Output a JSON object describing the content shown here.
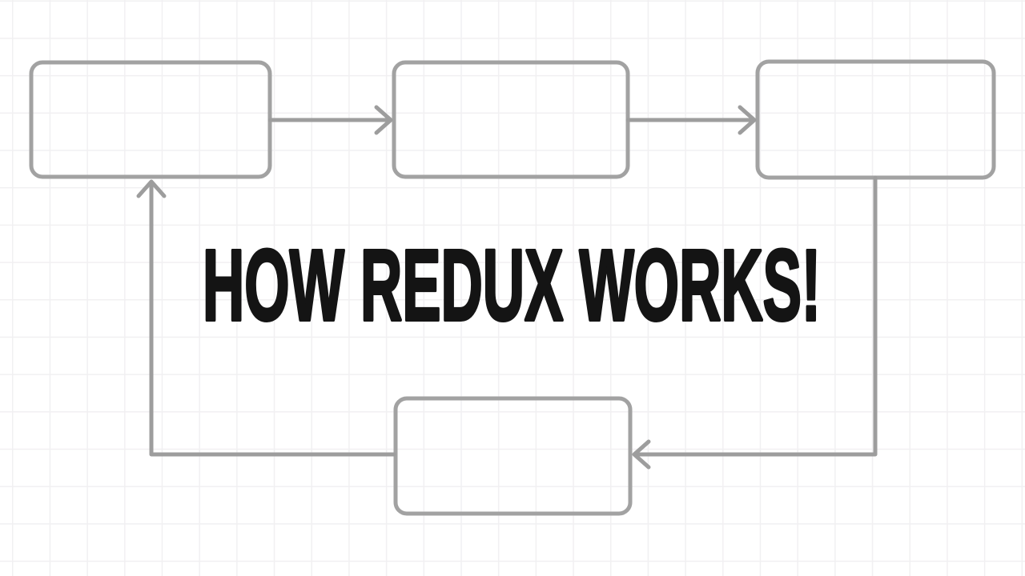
{
  "title": {
    "text": "HOW REDUX WORKS!"
  },
  "diagram": {
    "nodes": [
      {
        "name": "flow-box-top-left",
        "label": ""
      },
      {
        "name": "flow-box-top-middle",
        "label": ""
      },
      {
        "name": "flow-box-top-right",
        "label": ""
      },
      {
        "name": "flow-box-bottom",
        "label": ""
      }
    ],
    "connectors": [
      {
        "name": "arrow-top-left-to-top-middle",
        "direction": "right"
      },
      {
        "name": "arrow-top-middle-to-top-right",
        "direction": "right"
      },
      {
        "name": "arrow-top-right-to-bottom-box",
        "direction": "down-then-left"
      },
      {
        "name": "arrow-bottom-box-to-top-left",
        "direction": "left-then-up"
      }
    ]
  },
  "colors": {
    "background": "#ffffff",
    "grid_line": "#f1f0f2",
    "box_border": "#a2a2a2",
    "connector": "#9d9d9d",
    "title_text": "#141414"
  }
}
